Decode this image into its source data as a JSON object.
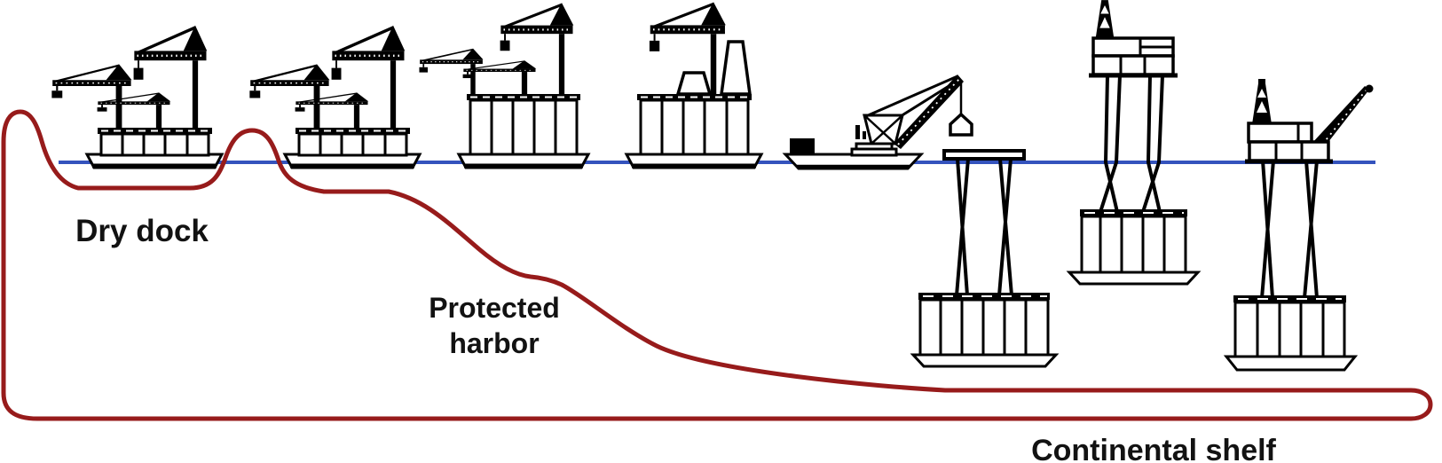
{
  "diagram": {
    "labels": {
      "dry_dock": "Dry dock",
      "protected_harbor_line1": "Protected",
      "protected_harbor_line2": "harbor",
      "continental_shelf": "Continental shelf"
    },
    "colors": {
      "seabed": "#971b1b",
      "water": "#3453bd",
      "ink": "#000000",
      "background": "#ffffff"
    }
  }
}
